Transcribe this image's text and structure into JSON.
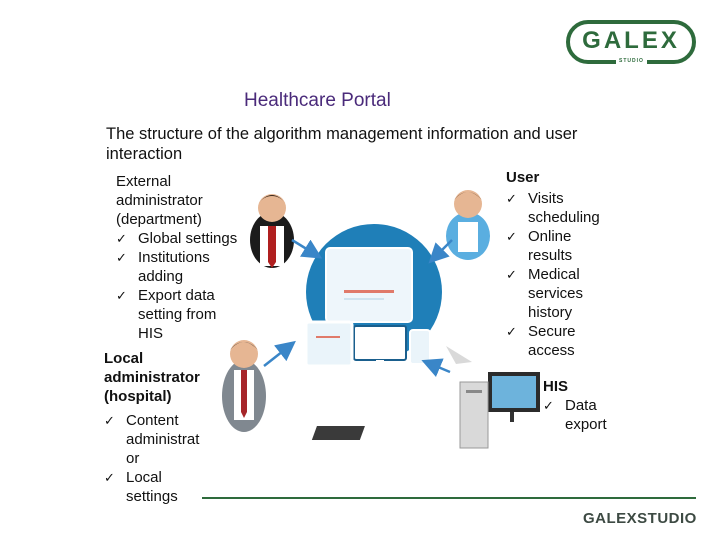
{
  "logo": {
    "main": "GALEX",
    "sub": "STUDIO"
  },
  "title": "Healthcare Portal",
  "subtitle": "The structure of the algorithm management information and user interaction",
  "external": {
    "heading_lines": [
      "External",
      "administrator",
      "(department)"
    ],
    "items": [
      "Global settings",
      "Institutions adding",
      "Export data setting from HIS"
    ]
  },
  "local": {
    "heading_lines": [
      "Local",
      "administrator",
      "(hospital)"
    ],
    "items": [
      "Content administrat or",
      "Local settings"
    ]
  },
  "user": {
    "heading": "User",
    "items": [
      "Visits scheduling",
      "Online results",
      "Medical services history",
      "Secure access"
    ]
  },
  "his": {
    "heading": "HIS",
    "items": [
      "Data export"
    ]
  },
  "footer": "GALEXSTUDIO",
  "colors": {
    "brand_green": "#2e6b3c",
    "title_purple": "#4a2a7a",
    "device_blue": "#1f7fb8",
    "arrow_blue": "#3a86c8"
  }
}
